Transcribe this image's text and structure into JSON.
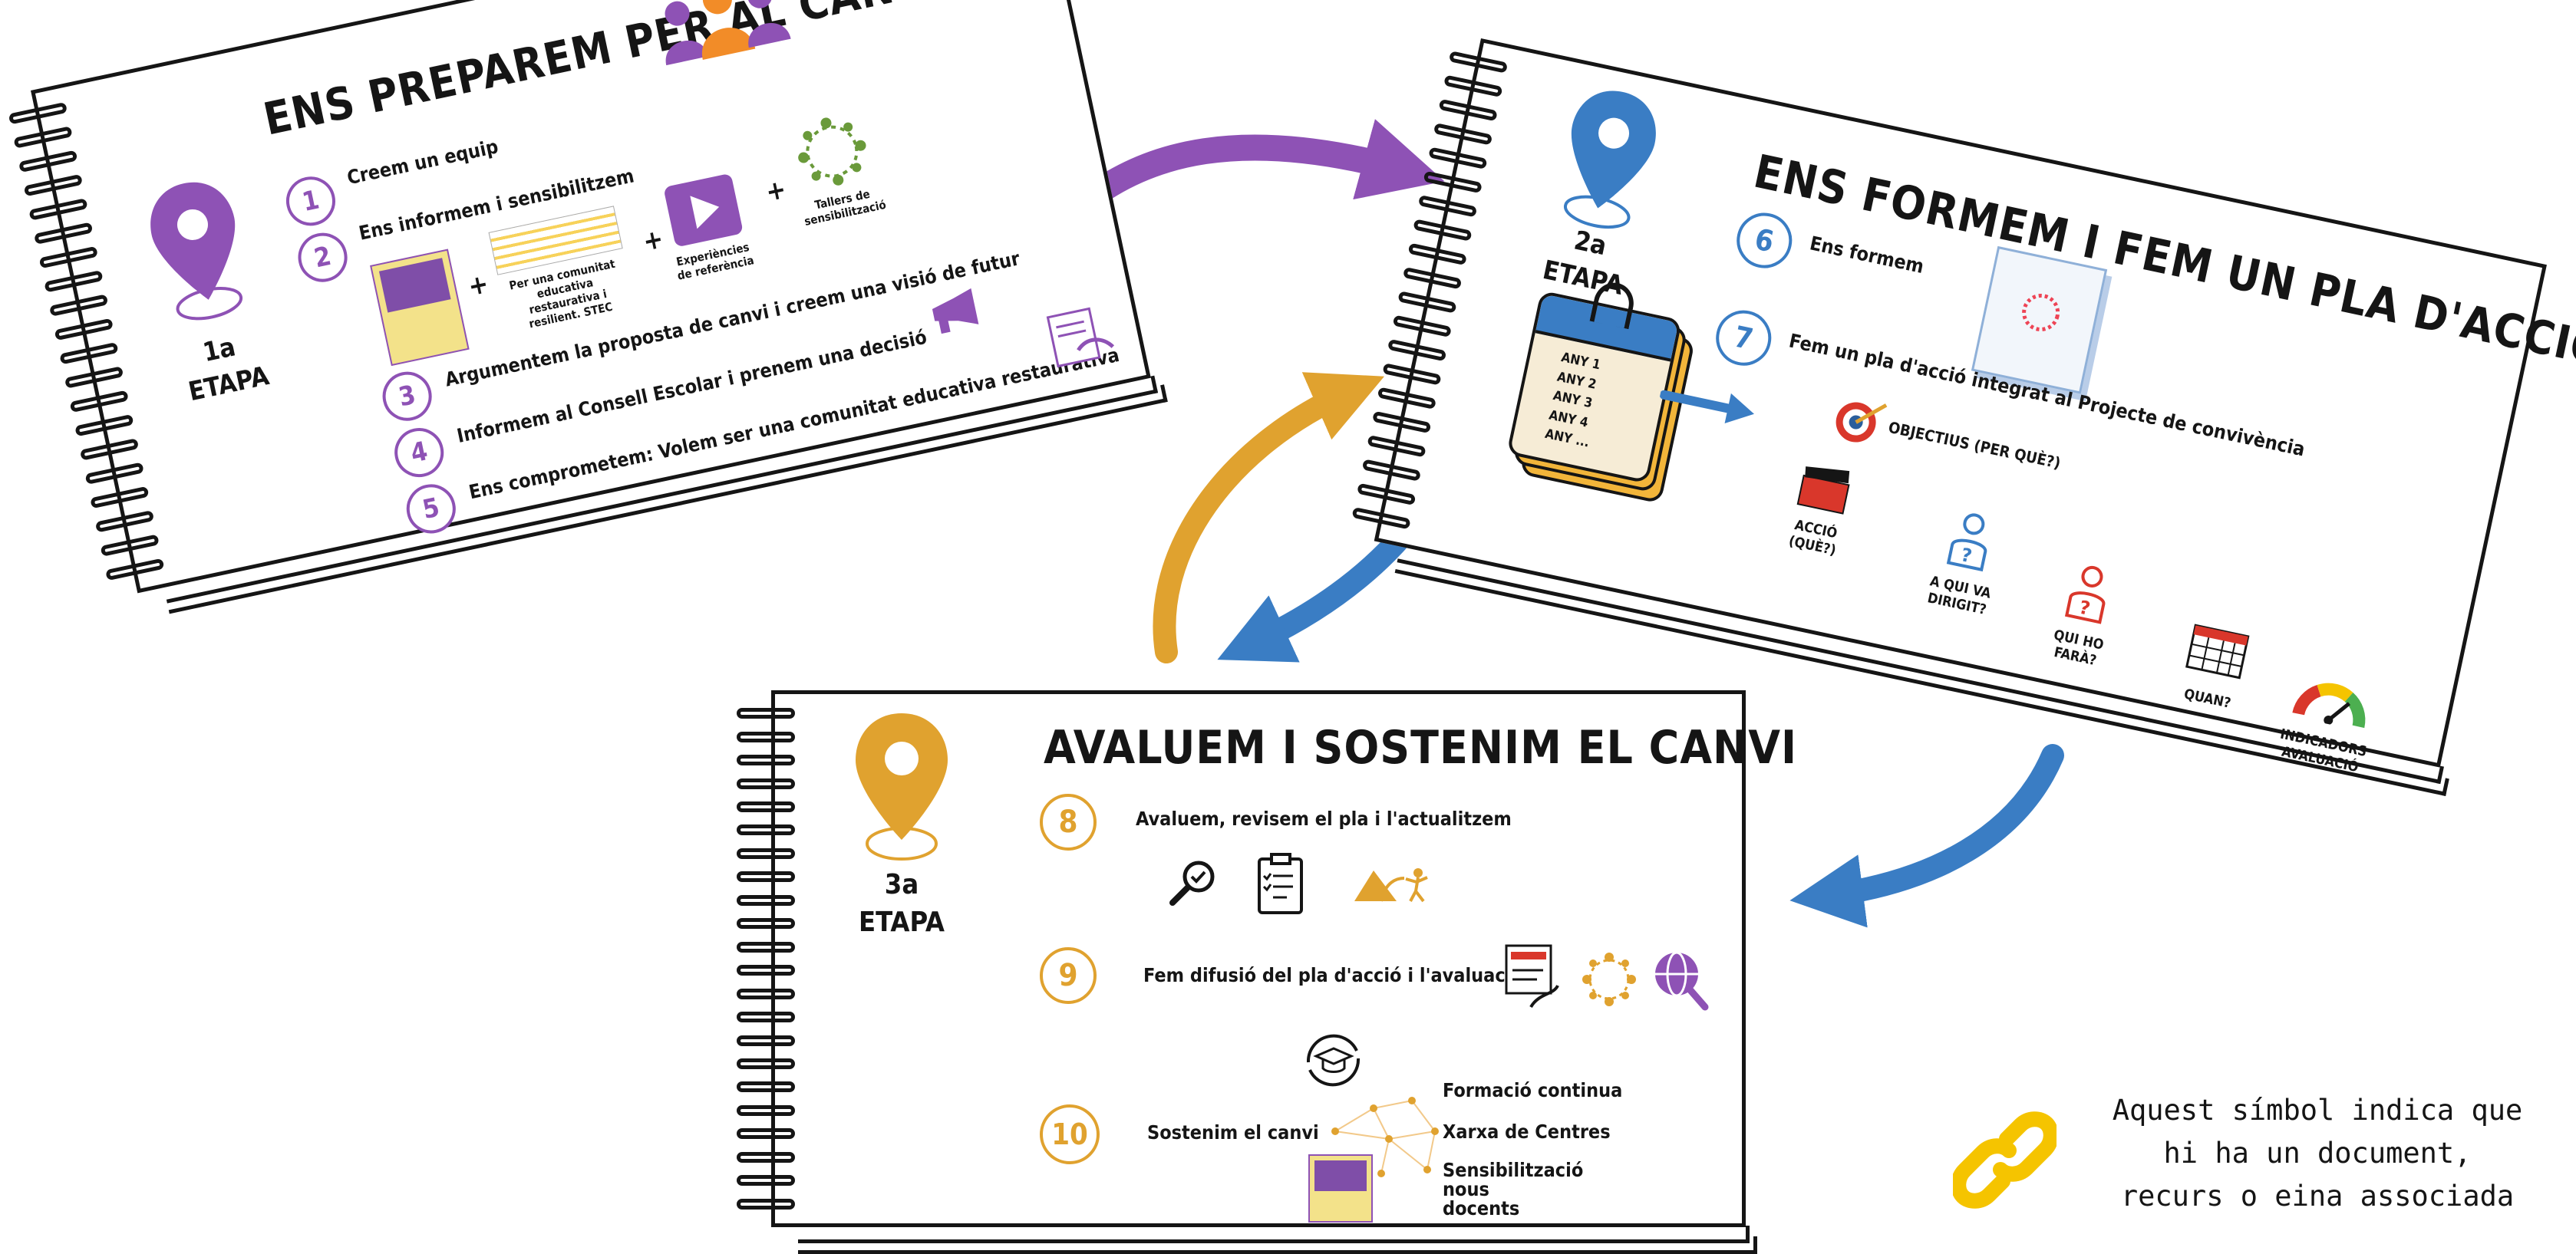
{
  "stage1": {
    "title": "ENS PREPAREM PER AL CANVI",
    "etapa_num": "1a",
    "etapa_label": "ETAPA",
    "color": "#8e52b5",
    "steps": [
      {
        "num": "1",
        "text": "Creem un equip"
      },
      {
        "num": "2",
        "text": "Ens informem i sensibilitzem"
      },
      {
        "num": "3",
        "text": "Argumentem la proposta de canvi i creem una visió de futur"
      },
      {
        "num": "4",
        "text": "Informem al Consell Escolar i prenem una decisió"
      },
      {
        "num": "5",
        "text": "Ens comprometem: Volem ser una comunitat educativa restaurativa"
      }
    ],
    "resource_labels": {
      "community": "Per una comunitat educativa restaurativa i resilient. STEC",
      "experiences": "Experiències de referència",
      "workshops": "Tallers de sensibilització"
    },
    "plus": "+"
  },
  "stage2": {
    "title": "ENS FORMEM I FEM UN PLA D'ACCIÓ",
    "etapa_num": "2a",
    "etapa_label": "ETAPA",
    "color": "#3a7dc4",
    "steps": [
      {
        "num": "6",
        "text": "Ens formem"
      },
      {
        "num": "7",
        "text": "Fem un pla d'acció integrat al Projecte de convivència"
      }
    ],
    "calendar_years": [
      "ANY 1",
      "ANY 2",
      "ANY 3",
      "ANY 4",
      "ANY ..."
    ],
    "objectius": "OBJECTIUS (PER QUÈ?)",
    "items": [
      {
        "line1": "ACCIÓ",
        "line2": "(QUÈ?)",
        "icon": "clapperboard-icon"
      },
      {
        "line1": "A QUI VA",
        "line2": "DIRIGIT?",
        "icon": "person-question-blue-icon"
      },
      {
        "line1": "QUI HO",
        "line2": "FARÀ?",
        "icon": "person-question-red-icon"
      },
      {
        "line1": "QUAN?",
        "line2": "",
        "icon": "calendar-icon"
      },
      {
        "line1": "INDICADORS",
        "line2": "AVALUACIÓ",
        "icon": "gauge-icon"
      }
    ]
  },
  "stage3": {
    "title": "AVALUEM I SOSTENIM EL CANVI",
    "etapa_num": "3a",
    "etapa_label": "ETAPA",
    "color": "#e0a22f",
    "steps": [
      {
        "num": "8",
        "text": "Avaluem, revisem el pla i l'actualitzem"
      },
      {
        "num": "9",
        "text": "Fem difusió del pla d'acció i l'avaluació"
      },
      {
        "num": "10",
        "text": "Sostenim el canvi"
      }
    ],
    "sustain": [
      "Formació continua",
      "Xarxa de Centres",
      "Sensibilització nous docents"
    ]
  },
  "legend": {
    "lines": [
      "Aquest símbol indica que",
      "hi ha un document,",
      "recurs o eina associada"
    ],
    "icon": "chain-link-icon",
    "icon_color": "#f5c400"
  }
}
